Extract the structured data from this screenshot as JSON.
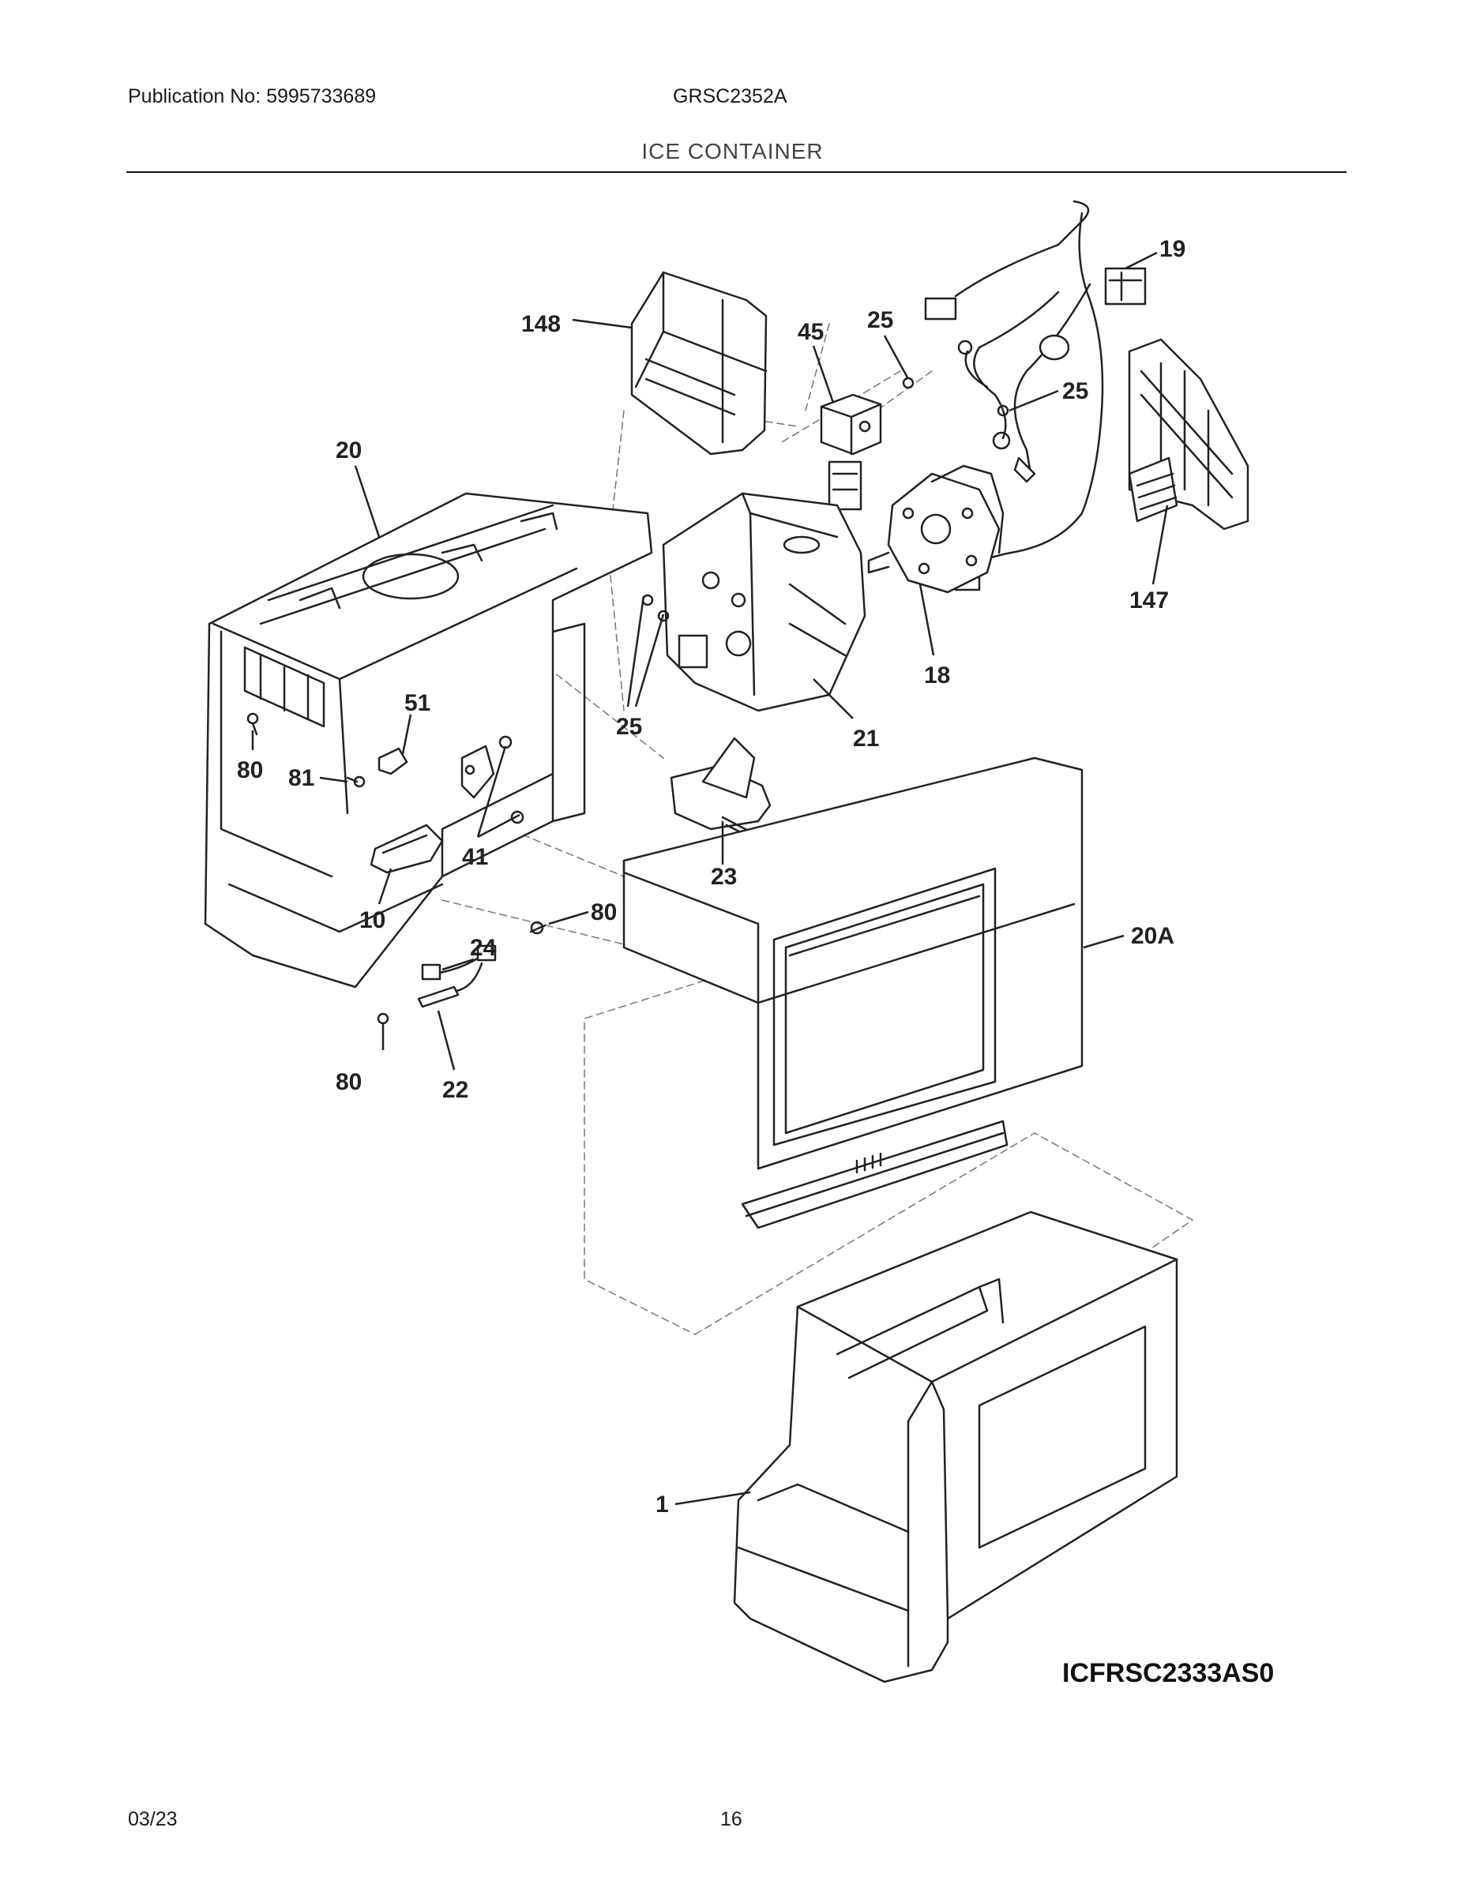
{
  "header": {
    "publication": "Publication No: 5995733689",
    "model": "GRSC2352A",
    "section_title": "ICE CONTAINER"
  },
  "callouts": [
    "148",
    "45",
    "25",
    "25",
    "19",
    "20",
    "147",
    "18",
    "25",
    "21",
    "51",
    "80",
    "81",
    "41",
    "23",
    "10",
    "80",
    "24",
    "20A",
    "80",
    "22",
    "1"
  ],
  "diagram_code": "ICFRSC2333AS0",
  "footer": {
    "date": "03/23",
    "page": "16"
  }
}
